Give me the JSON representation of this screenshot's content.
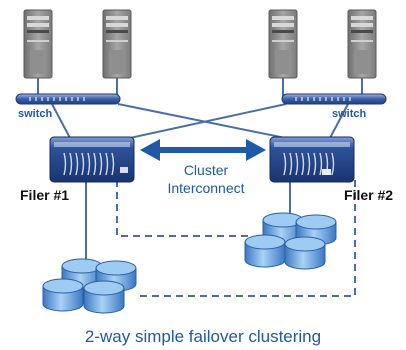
{
  "diagram": {
    "caption": "2-way simple failover clustering",
    "colors": {
      "caption": "#1e5aa8",
      "interconnect_text": "#1e5aa8",
      "arrow": "#1e5aa8",
      "switch_label": "#1e5aa8",
      "line": "#4a6ea8",
      "filer_body": "#2b4f93",
      "disk": "#5b9bd8",
      "server": "#8a8a8a"
    },
    "left_side": {
      "switch_label": "switch",
      "filer_label": "Filer #1"
    },
    "right_side": {
      "switch_label": "switch",
      "filer_label": "Filer #2"
    },
    "interconnect": {
      "line1": "Cluster",
      "line2": "Interconnect"
    },
    "icons": {
      "server": "server-tower-icon",
      "switch": "network-switch-icon",
      "filer": "storage-filer-icon",
      "disk": "disk-stack-icon"
    }
  }
}
